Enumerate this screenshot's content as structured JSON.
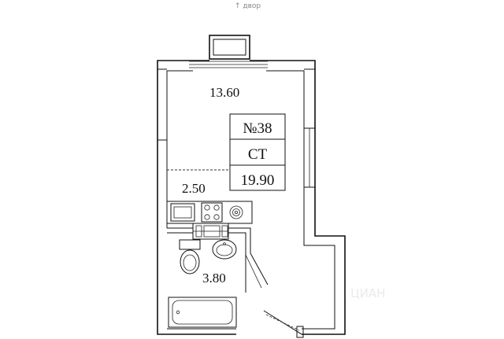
{
  "compass": {
    "text": "↑ двор"
  },
  "unit": {
    "number": "№38",
    "type": "СТ",
    "total_area": "19.90"
  },
  "rooms": [
    {
      "name": "main-room-area",
      "area": "13.60"
    },
    {
      "name": "kitchen-area",
      "area": "2.50"
    },
    {
      "name": "bathroom-area",
      "area": "3.80"
    }
  ],
  "watermark": {
    "text": "ЦИАН"
  }
}
